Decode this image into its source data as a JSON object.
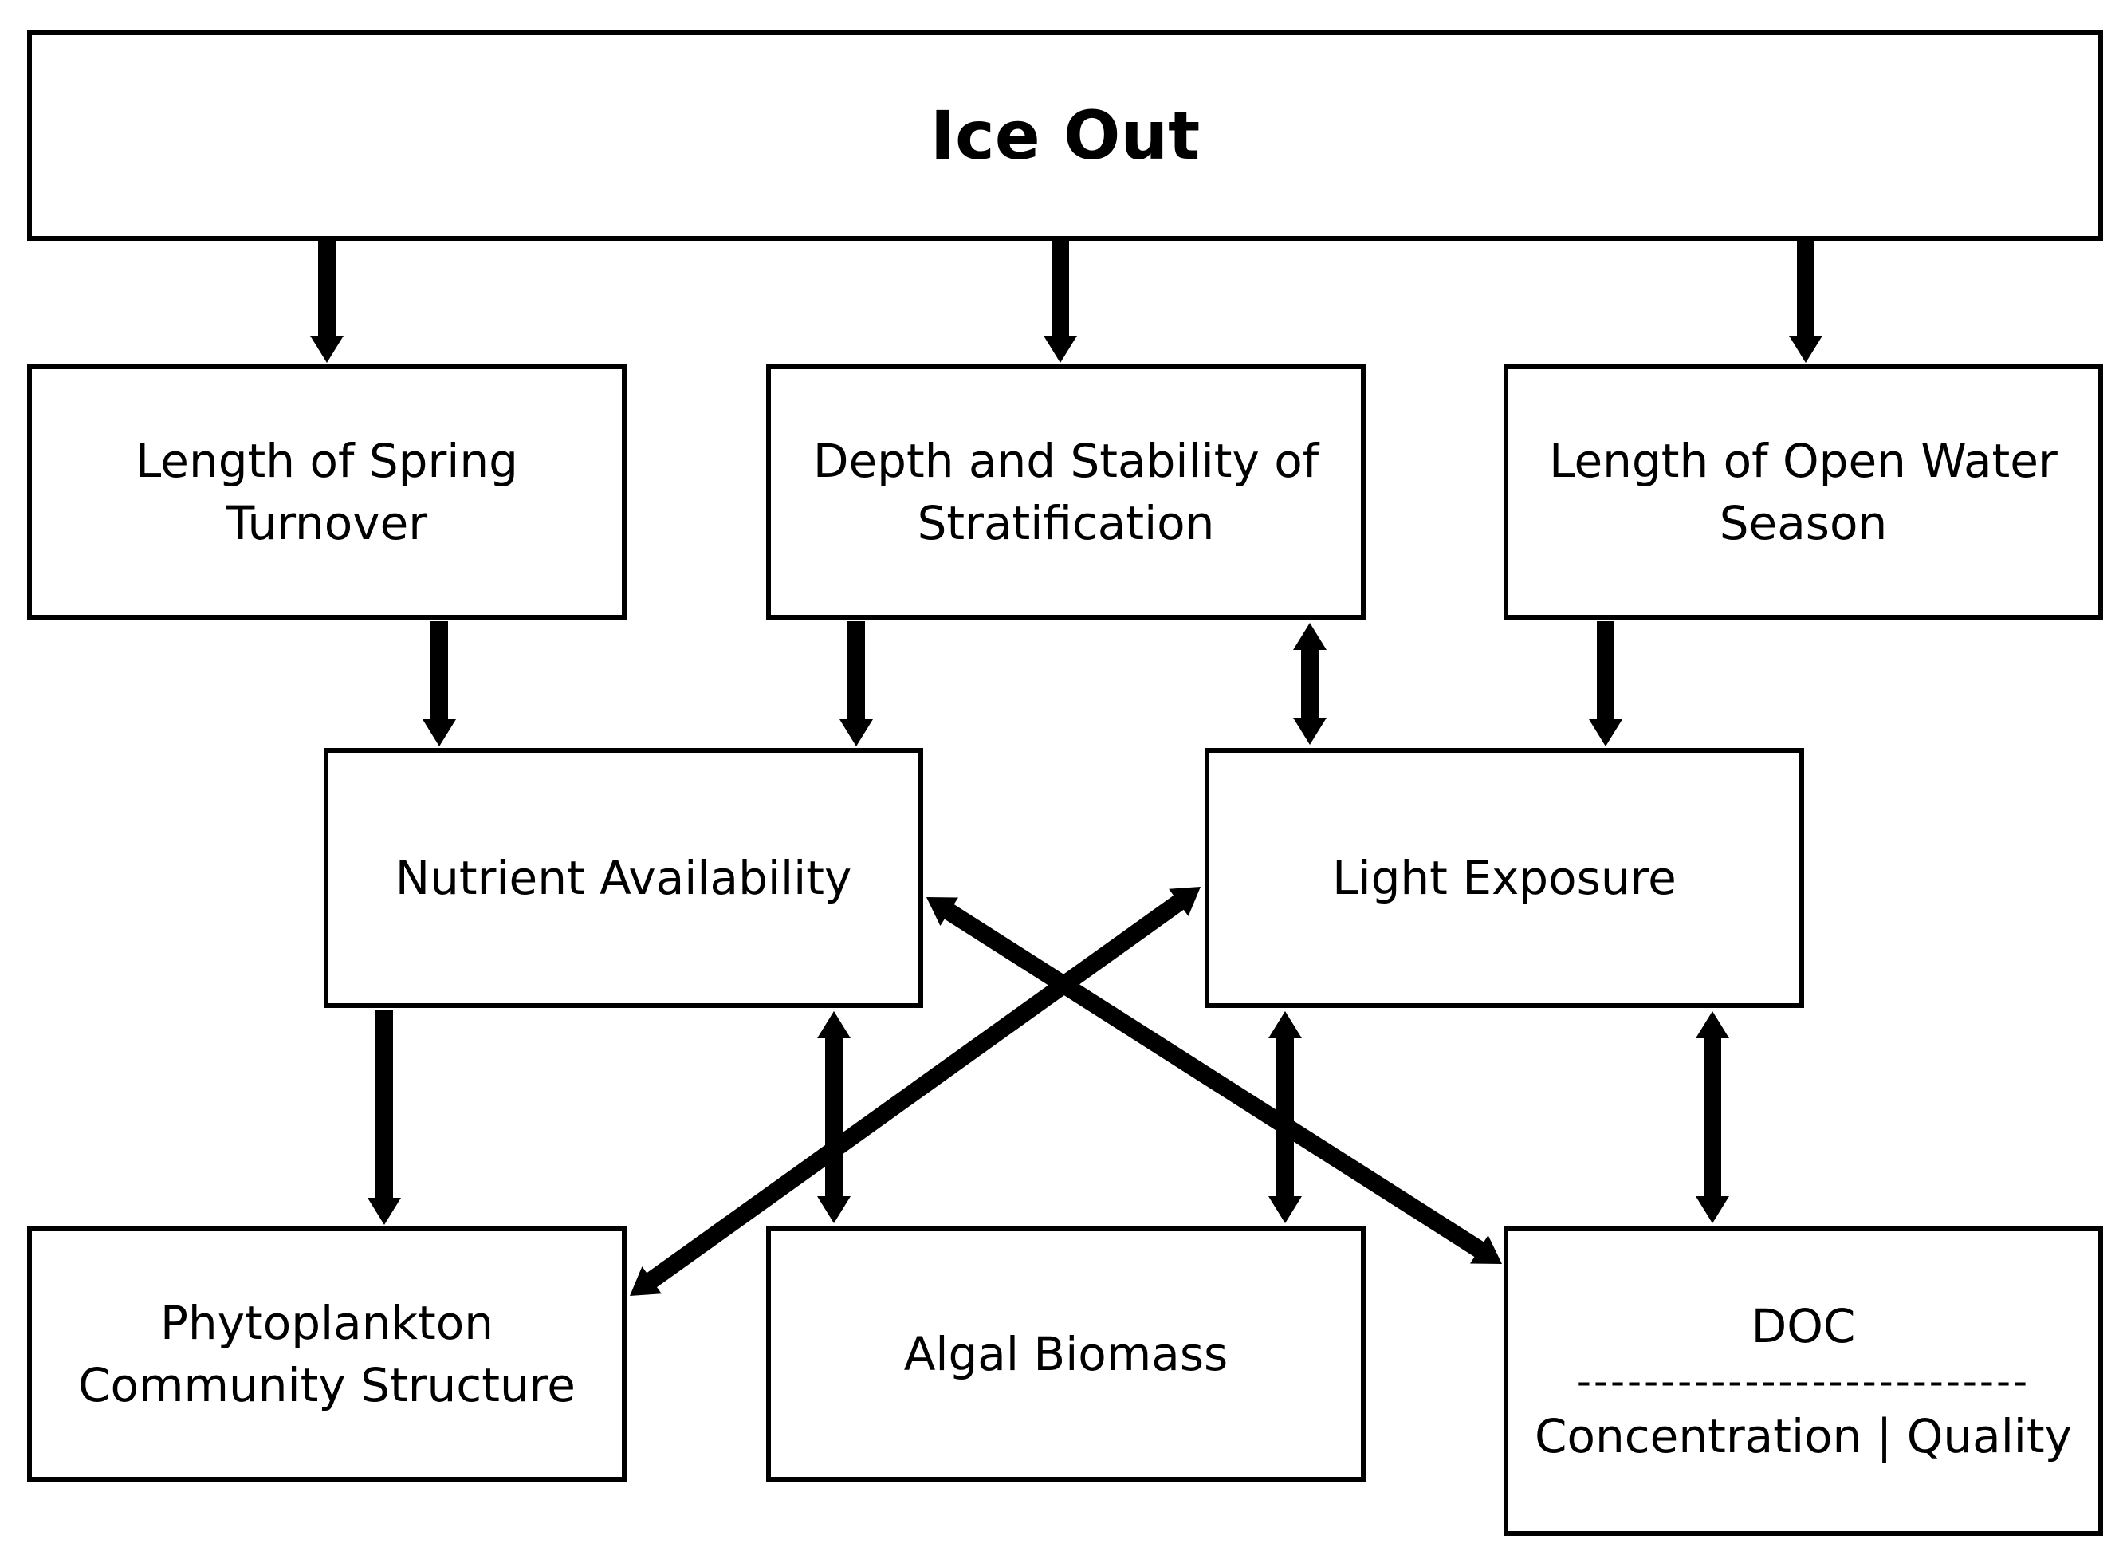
{
  "nodes": {
    "ice_out": "Ice Out",
    "spring_turnover": {
      "line1": "Length of Spring",
      "line2": "Turnover"
    },
    "stratification": {
      "line1": "Depth and Stability of",
      "line2": "Stratification"
    },
    "open_water": {
      "line1": "Length of Open Water",
      "line2": "Season"
    },
    "nutrient": "Nutrient Availability",
    "light": "Light Exposure",
    "phytoplankton": {
      "line1": "Phytoplankton",
      "line2": "Community Structure"
    },
    "algal_biomass": "Algal Biomass",
    "doc": {
      "title": "DOC",
      "divider": "---------------------------",
      "subtitle": "Concentration | Quality"
    }
  },
  "edges": [
    {
      "from": "Ice Out",
      "to": "Length of Spring Turnover",
      "direction": "one-way"
    },
    {
      "from": "Ice Out",
      "to": "Depth and Stability of Stratification",
      "direction": "one-way"
    },
    {
      "from": "Ice Out",
      "to": "Length of Open Water Season",
      "direction": "one-way"
    },
    {
      "from": "Length of Spring Turnover",
      "to": "Nutrient Availability",
      "direction": "one-way"
    },
    {
      "from": "Depth and Stability of Stratification",
      "to": "Nutrient Availability",
      "direction": "one-way"
    },
    {
      "from": "Depth and Stability of Stratification",
      "to": "Light Exposure",
      "direction": "two-way"
    },
    {
      "from": "Length of Open Water Season",
      "to": "Light Exposure",
      "direction": "one-way"
    },
    {
      "from": "Nutrient Availability",
      "to": "Phytoplankton Community Structure",
      "direction": "one-way"
    },
    {
      "from": "Nutrient Availability",
      "to": "Algal Biomass",
      "direction": "two-way"
    },
    {
      "from": "Nutrient Availability",
      "to": "DOC",
      "direction": "two-way"
    },
    {
      "from": "Light Exposure",
      "to": "Phytoplankton Community Structure",
      "direction": "two-way"
    },
    {
      "from": "Light Exposure",
      "to": "Algal Biomass",
      "direction": "two-way"
    },
    {
      "from": "Light Exposure",
      "to": "DOC",
      "direction": "two-way"
    }
  ],
  "colors": {
    "line": "#000000",
    "background": "#ffffff"
  }
}
